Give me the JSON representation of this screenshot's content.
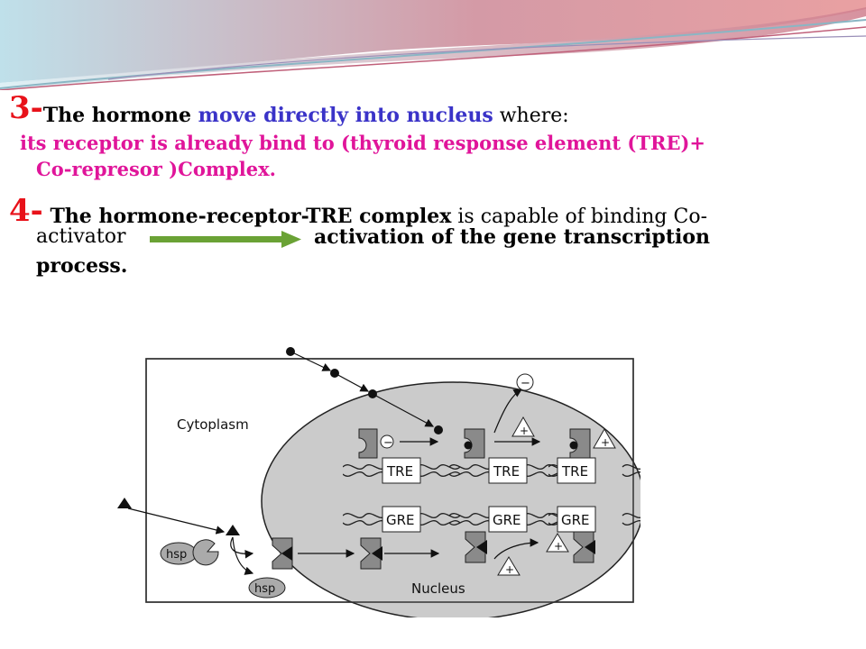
{
  "slide": {
    "point3": {
      "number": "3-",
      "part1": "The hormone ",
      "part2": "move directly into nucleus",
      "part3": " where:"
    },
    "receptor_line1": "its receptor is already bind to (thyroid response element (TRE)+",
    "receptor_line2": "Co-represor )Complex.",
    "point4": {
      "number": "4-",
      "bold_part": " The hormone-receptor-TRE complex",
      "plain_part": " is capable of binding Co-",
      "activator": "activator",
      "activation_text": "activation of  the gene transcription",
      "process": "process."
    }
  },
  "figure": {
    "cytoplasm_label": "Cytoplasm",
    "nucleus_label": "Nucleus",
    "tre_label": "TRE",
    "gre_label": "GRE",
    "hsp_label": "hsp",
    "minus_sign": "−",
    "plus_sign": "+"
  },
  "colors": {
    "number": "#e8121a",
    "blue_text": "#3a33c8",
    "magenta_text": "#e0159a",
    "arrow_green": "#6aa235",
    "nucleus_fill": "#cbcbcb"
  }
}
